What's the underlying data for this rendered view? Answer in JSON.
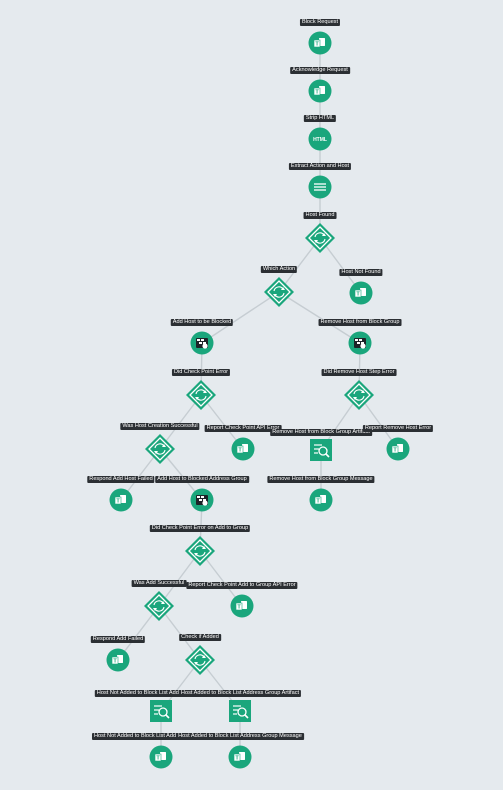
{
  "colors": {
    "node": "#1aa67c",
    "node_dark": "#0f7f5c",
    "edge": "#c6cdd2",
    "label_bg": "#2b2f33",
    "background": "#e5eaee"
  },
  "nodes": [
    {
      "id": "n1",
      "label": "Block Request",
      "kind": "message"
    },
    {
      "id": "n2",
      "label": "Acknowledge Request",
      "kind": "message"
    },
    {
      "id": "n3",
      "label": "Strip HTML",
      "kind": "html"
    },
    {
      "id": "n4",
      "label": "Extract Action and Host",
      "kind": "extract"
    },
    {
      "id": "n5",
      "label": "Host Found",
      "kind": "decision"
    },
    {
      "id": "n6",
      "label": "Which Action",
      "kind": "decision"
    },
    {
      "id": "n7",
      "label": "Host Not Found",
      "kind": "message"
    },
    {
      "id": "n8",
      "label": "Add Host to be Blocked",
      "kind": "firewall"
    },
    {
      "id": "n9",
      "label": "Remove Host from Block Group",
      "kind": "firewall"
    },
    {
      "id": "n10",
      "label": "Did Check Point Error",
      "kind": "decision"
    },
    {
      "id": "n11",
      "label": "Did Remove Host Step Error",
      "kind": "decision"
    },
    {
      "id": "n12",
      "label": "Was Host Creation Successful",
      "kind": "decision"
    },
    {
      "id": "n13",
      "label": "Report Check Point API Error",
      "kind": "message"
    },
    {
      "id": "n14",
      "label": "Remove Host from Block Group Artifact",
      "kind": "artifact"
    },
    {
      "id": "n15",
      "label": "Report Remove Host Error",
      "kind": "message"
    },
    {
      "id": "n16",
      "label": "Respond Add Host Failed",
      "kind": "message"
    },
    {
      "id": "n17",
      "label": "Add Host to Blocked Address Group",
      "kind": "firewall"
    },
    {
      "id": "n18",
      "label": "Remove Host from Block Group Message",
      "kind": "message"
    },
    {
      "id": "n19",
      "label": "Did Check Point Error on Add to Group",
      "kind": "decision"
    },
    {
      "id": "n20",
      "label": "Was Add Successful",
      "kind": "decision"
    },
    {
      "id": "n21",
      "label": "Report Check Point Add to Group API Error",
      "kind": "message"
    },
    {
      "id": "n22",
      "label": "Respond Add Failed",
      "kind": "message"
    },
    {
      "id": "n23",
      "label": "Check if Added",
      "kind": "decision"
    },
    {
      "id": "n24",
      "label": "Host Not Added to Block List Address Group Artifact",
      "kind": "artifact"
    },
    {
      "id": "n25",
      "label": "Host Added to Block List Address Group Artifact",
      "kind": "artifact"
    },
    {
      "id": "n26",
      "label": "Host Not Added to Block List Address Group Message",
      "kind": "message"
    },
    {
      "id": "n27",
      "label": "Host Added to Block List Address Group Message",
      "kind": "message"
    }
  ],
  "edges": [
    [
      "n1",
      "n2"
    ],
    [
      "n2",
      "n3"
    ],
    [
      "n3",
      "n4"
    ],
    [
      "n4",
      "n5"
    ],
    [
      "n5",
      "n6"
    ],
    [
      "n5",
      "n7"
    ],
    [
      "n6",
      "n8"
    ],
    [
      "n6",
      "n9"
    ],
    [
      "n8",
      "n10"
    ],
    [
      "n9",
      "n11"
    ],
    [
      "n10",
      "n12"
    ],
    [
      "n10",
      "n13"
    ],
    [
      "n11",
      "n14"
    ],
    [
      "n11",
      "n15"
    ],
    [
      "n12",
      "n16"
    ],
    [
      "n12",
      "n17"
    ],
    [
      "n14",
      "n18"
    ],
    [
      "n17",
      "n19"
    ],
    [
      "n19",
      "n20"
    ],
    [
      "n19",
      "n21"
    ],
    [
      "n20",
      "n22"
    ],
    [
      "n20",
      "n23"
    ],
    [
      "n23",
      "n24"
    ],
    [
      "n23",
      "n25"
    ],
    [
      "n24",
      "n26"
    ],
    [
      "n25",
      "n27"
    ]
  ]
}
